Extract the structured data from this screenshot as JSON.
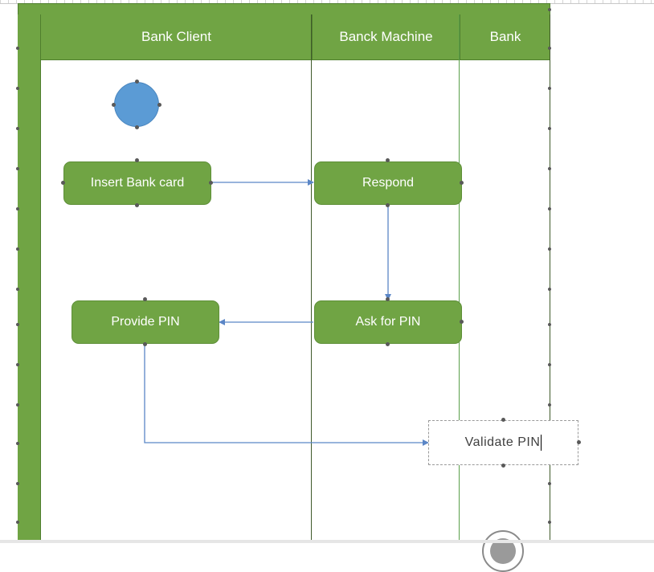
{
  "lanes": [
    {
      "label": "Bank Client"
    },
    {
      "label": "Banck Machine"
    },
    {
      "label": "Bank"
    }
  ],
  "nodes": {
    "insert_card": "Insert Bank card",
    "respond": "Respond",
    "ask_pin": "Ask for PIN",
    "provide_pin": "Provide PIN",
    "validate_pin": "Validate PIN"
  },
  "colors": {
    "lane_fill": "#70a444",
    "activity_fill": "#70a444",
    "start_fill": "#5b9bd5",
    "connector": "#5b86c6"
  }
}
